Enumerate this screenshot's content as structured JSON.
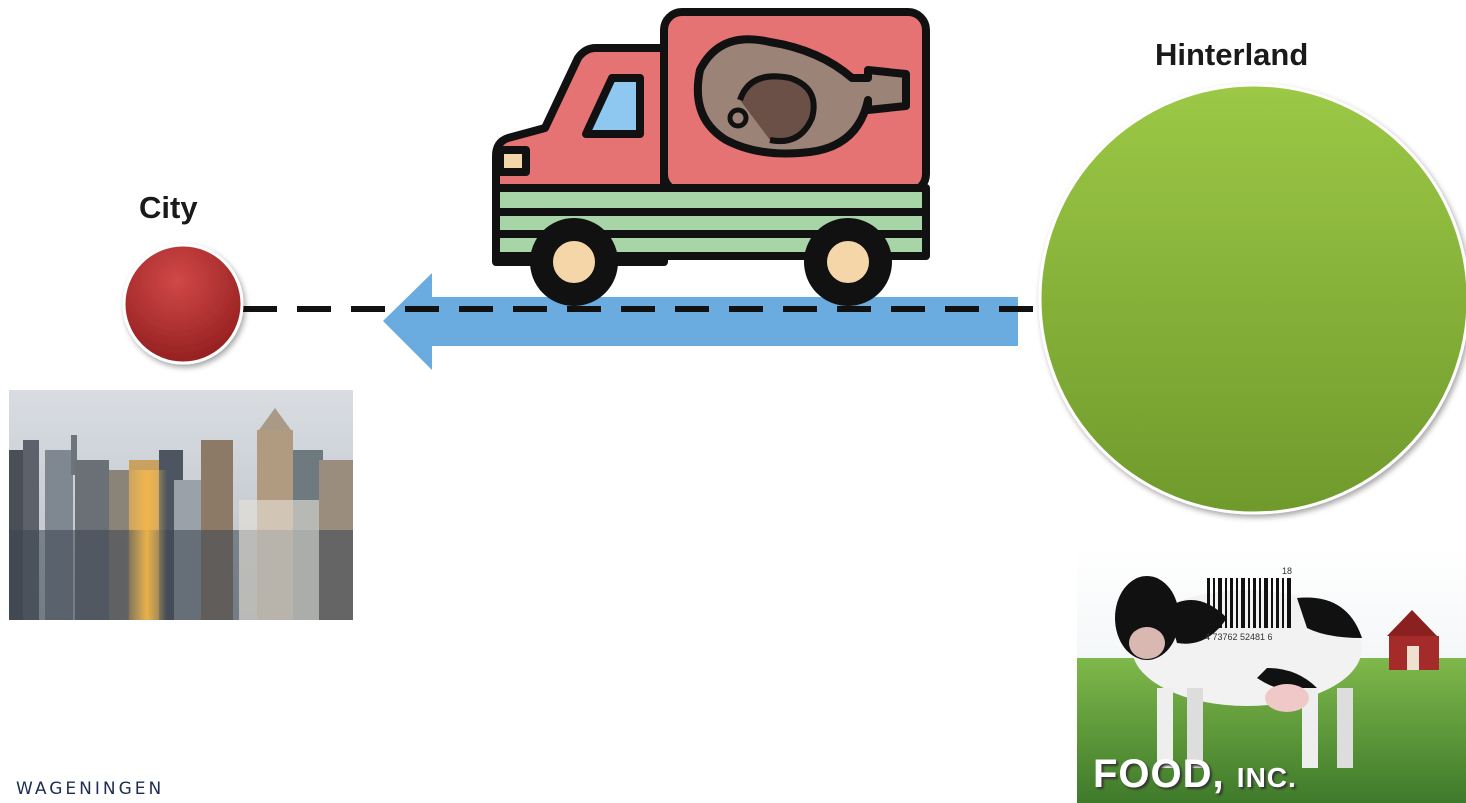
{
  "nodes": {
    "city": {
      "label": "City",
      "color": "#b02a2a"
    },
    "hinterland": {
      "label": "Hinterland",
      "color": "#8fbf3f"
    }
  },
  "flow": {
    "arrow_color": "#6aace0",
    "line_style": "dashed",
    "direction": "hinterland-to-city"
  },
  "truck": {
    "icon": "meat-truck-icon",
    "body_color": "#e57373",
    "stripe_color": "#a8d5a8"
  },
  "poster": {
    "title_main": "FOOD,",
    "title_small": "INC.",
    "barcode_digits": "4 73762 52481 6",
    "barcode_top": "18"
  },
  "footer": {
    "brand": "WAGENINGEN"
  }
}
